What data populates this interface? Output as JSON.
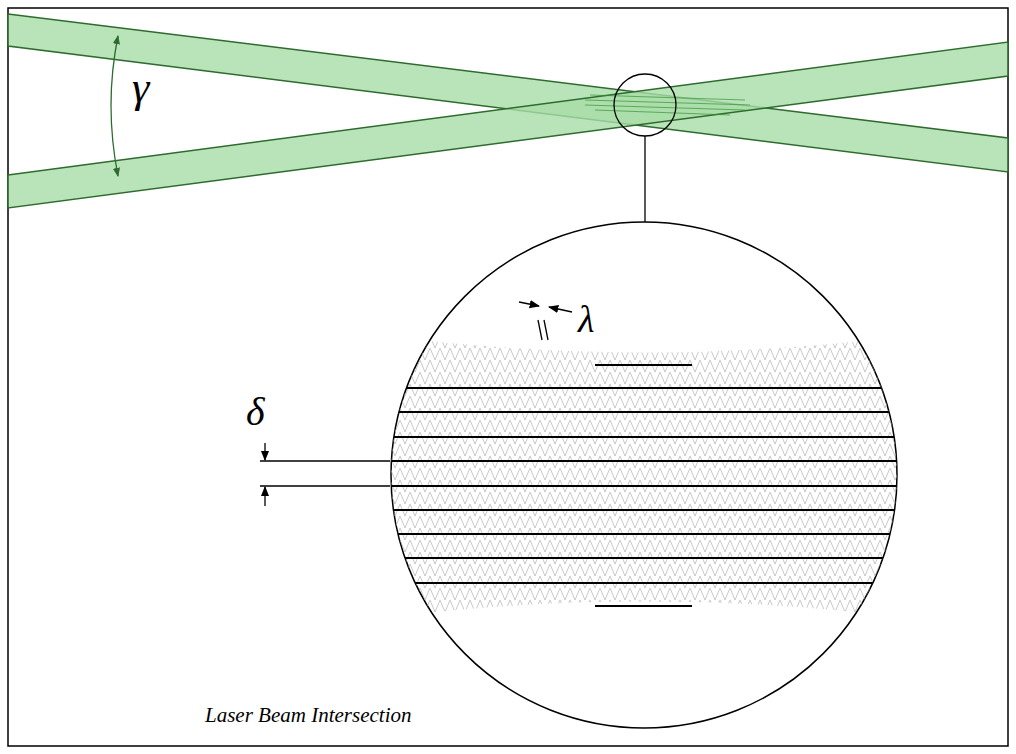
{
  "diagram": {
    "caption": "Laser Beam Intersection",
    "labels": [
      "γ",
      "λ",
      "δ"
    ]
  }
}
